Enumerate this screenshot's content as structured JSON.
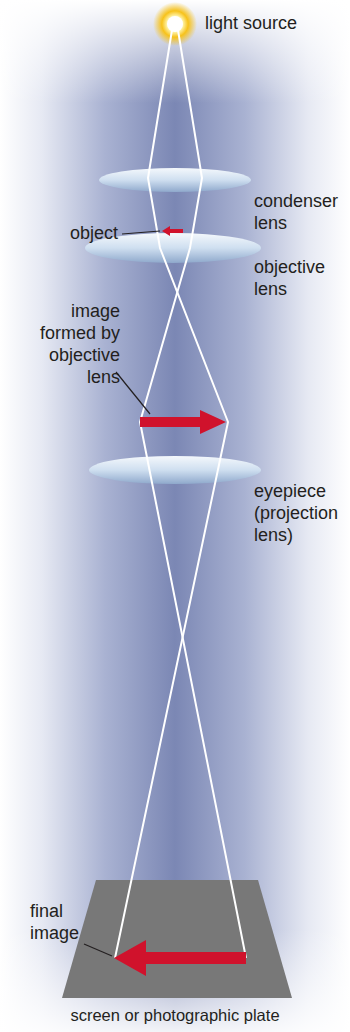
{
  "diagram": {
    "labels": [
      "light source",
      "condenser lens",
      "object",
      "objective lens",
      "image formed by objective lens",
      "eyepiece (projection lens)",
      "final image",
      "screen or photographic plate"
    ]
  }
}
